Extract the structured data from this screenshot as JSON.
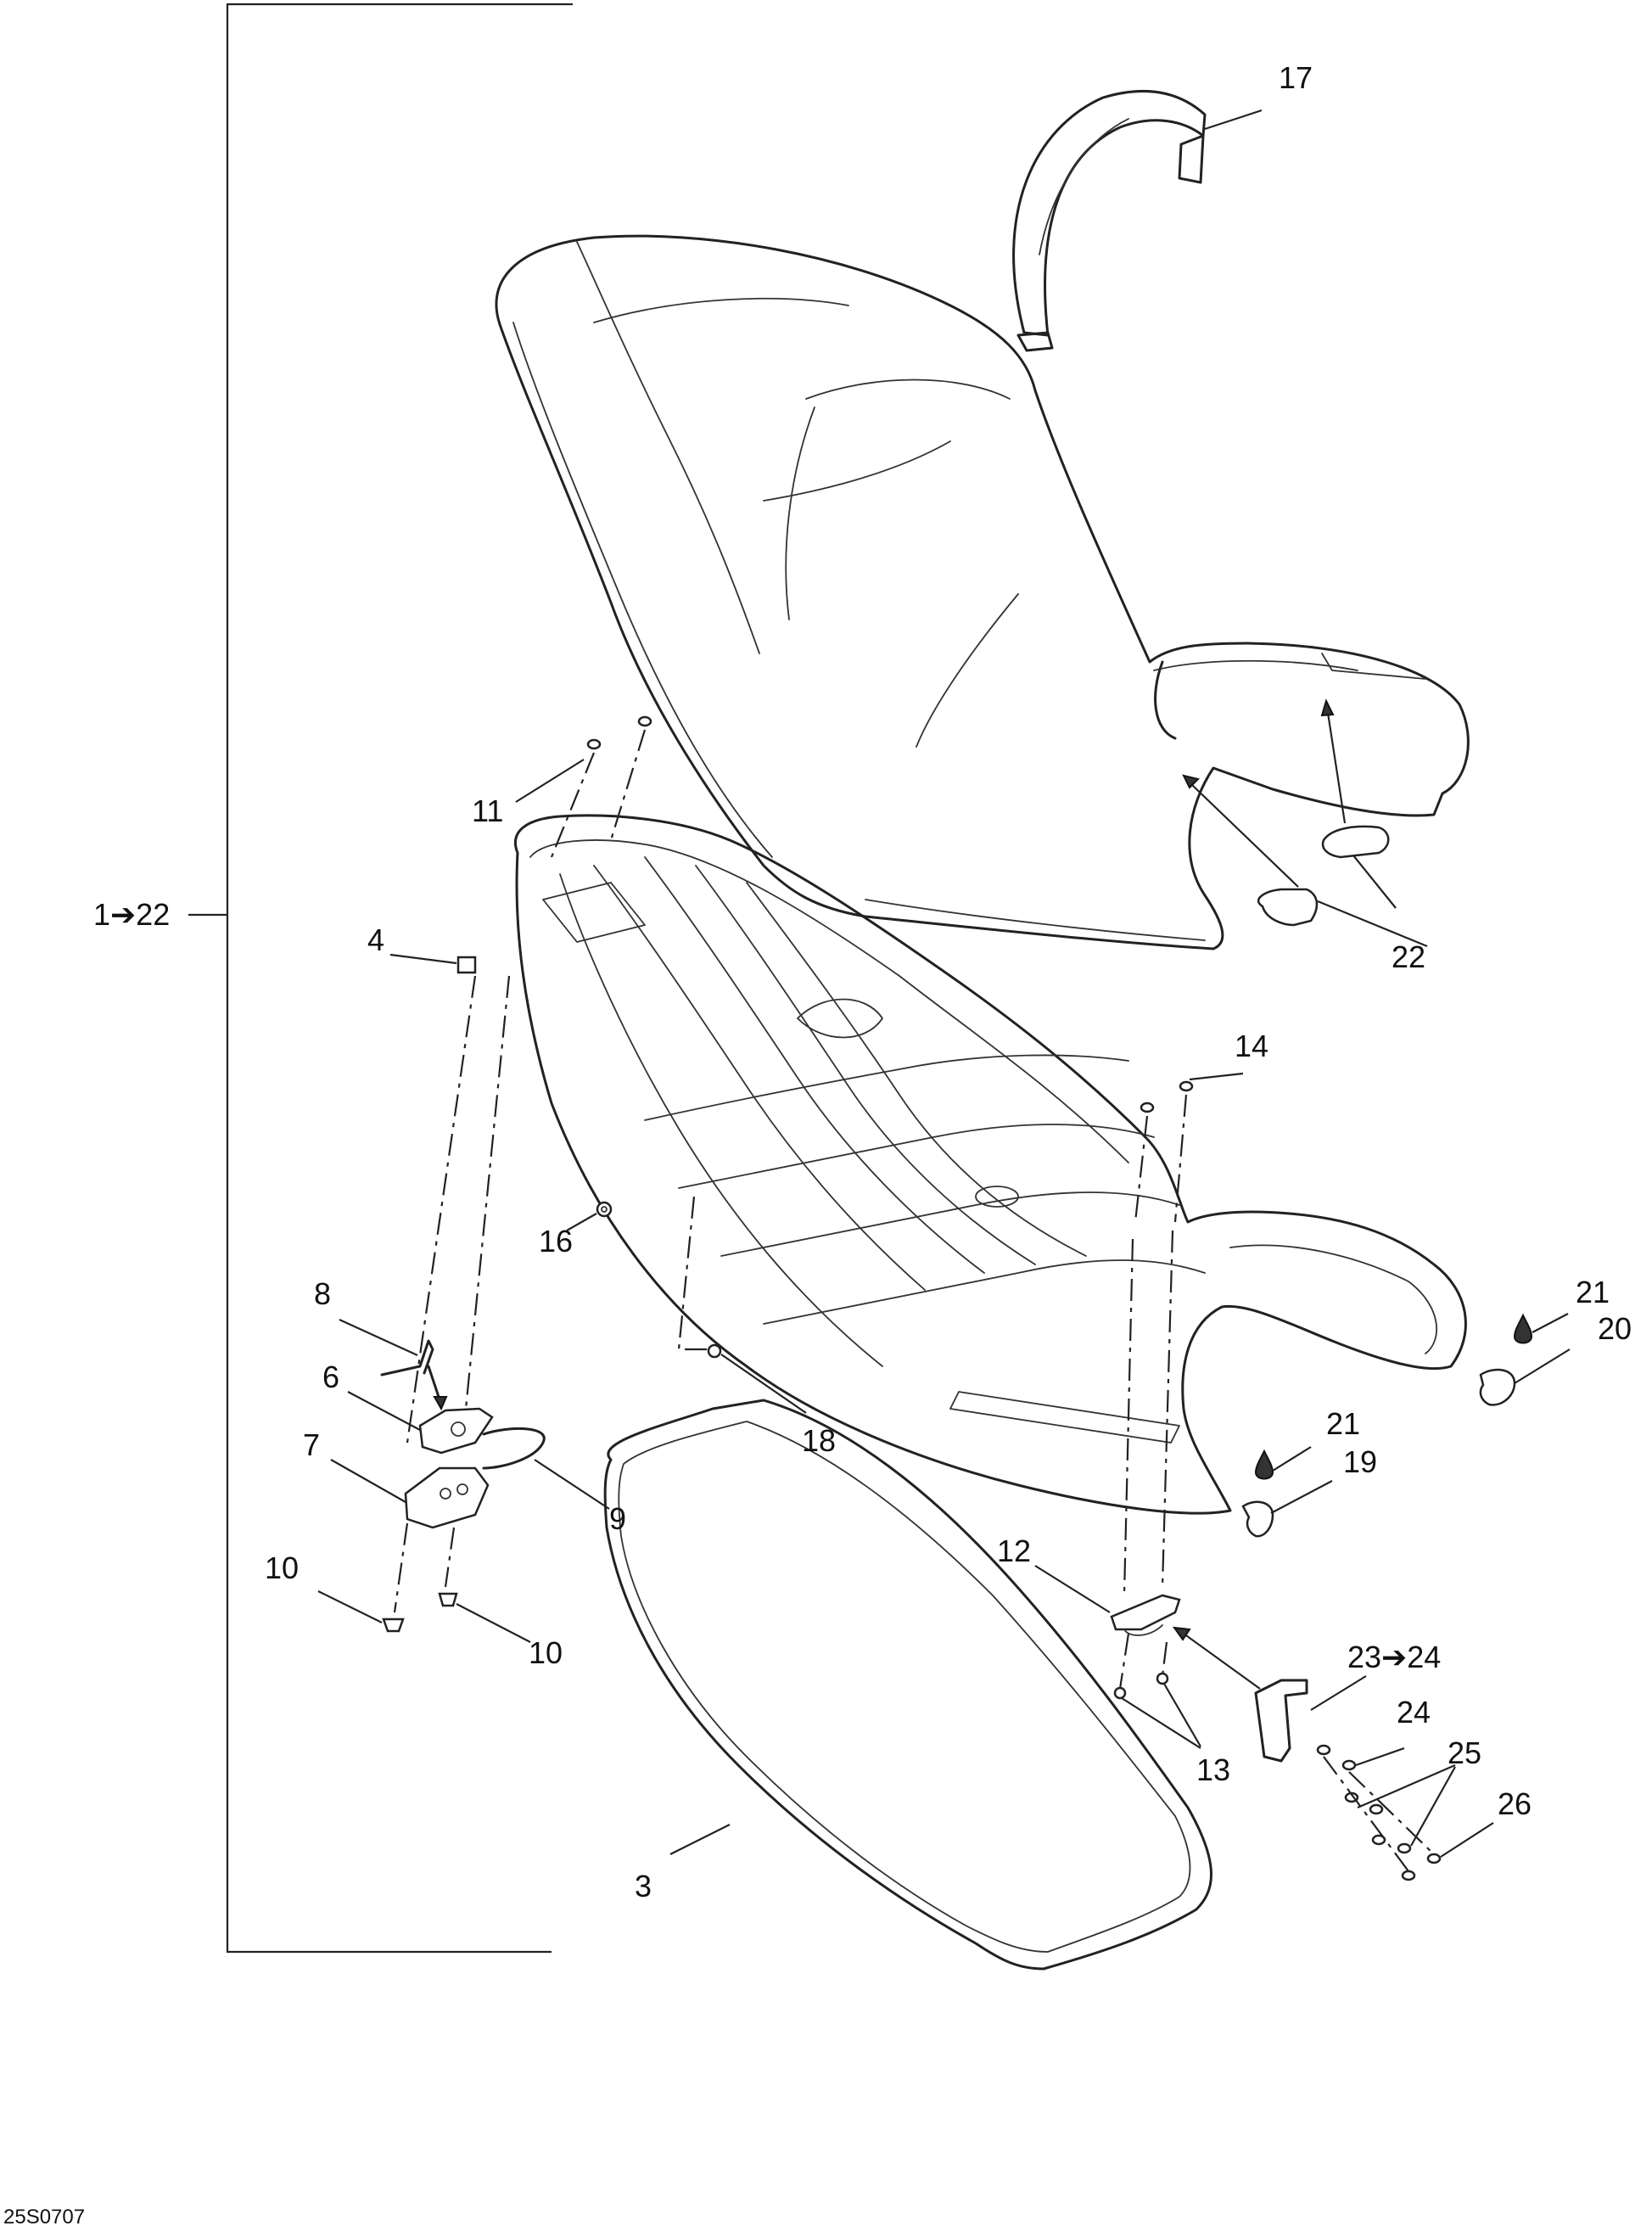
{
  "diagram": {
    "bracket_label": "1➔22",
    "callouts": {
      "c3": "3",
      "c4": "4",
      "c6": "6",
      "c7": "7",
      "c8": "8",
      "c9": "9",
      "c10a": "10",
      "c10b": "10",
      "c11": "11",
      "c12": "12",
      "c13": "13",
      "c14": "14",
      "c16": "16",
      "c17": "17",
      "c18": "18",
      "c19": "19",
      "c20": "20",
      "c21a": "21",
      "c21b": "21",
      "c22": "22",
      "c23": "23➔24",
      "c24": "24",
      "c25": "25",
      "c26": "26"
    },
    "drawing_code": "25S0707"
  }
}
